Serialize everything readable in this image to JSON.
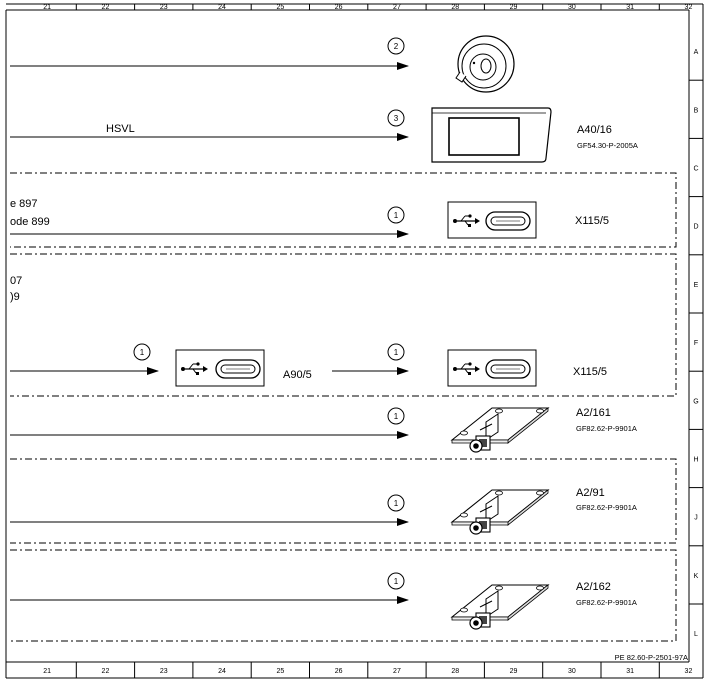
{
  "grid": {
    "columns": [
      "21",
      "22",
      "23",
      "24",
      "25",
      "26",
      "27",
      "28",
      "29",
      "30",
      "31",
      "32"
    ],
    "rows": [
      "A",
      "B",
      "C",
      "D",
      "E",
      "F",
      "G",
      "H",
      "J",
      "K",
      "L"
    ]
  },
  "signals": {
    "hsvl": "HSVL",
    "code_897_fragment": "e 897",
    "code_899_fragment": "ode 899",
    "code_07_fragment": "07",
    "code_09_fragment": ")9"
  },
  "markers": {
    "m2": "2",
    "m3": "3",
    "m1": "1"
  },
  "components": {
    "a40_16": {
      "label": "A40/16",
      "ref": "GF54.30-P-2005A"
    },
    "x115_5_upper": {
      "label": "X115/5"
    },
    "a90_5": {
      "label": "A90/5"
    },
    "x115_5_lower": {
      "label": "X115/5"
    },
    "a2_161": {
      "label": "A2/161",
      "ref": "GF82.62-P-9901A"
    },
    "a2_91": {
      "label": "A2/91",
      "ref": "GF82.62-P-9901A"
    },
    "a2_162": {
      "label": "A2/162",
      "ref": "GF82.62-P-9901A"
    }
  },
  "footer": {
    "document_id": "PE 82.60-P-2501-97A"
  }
}
